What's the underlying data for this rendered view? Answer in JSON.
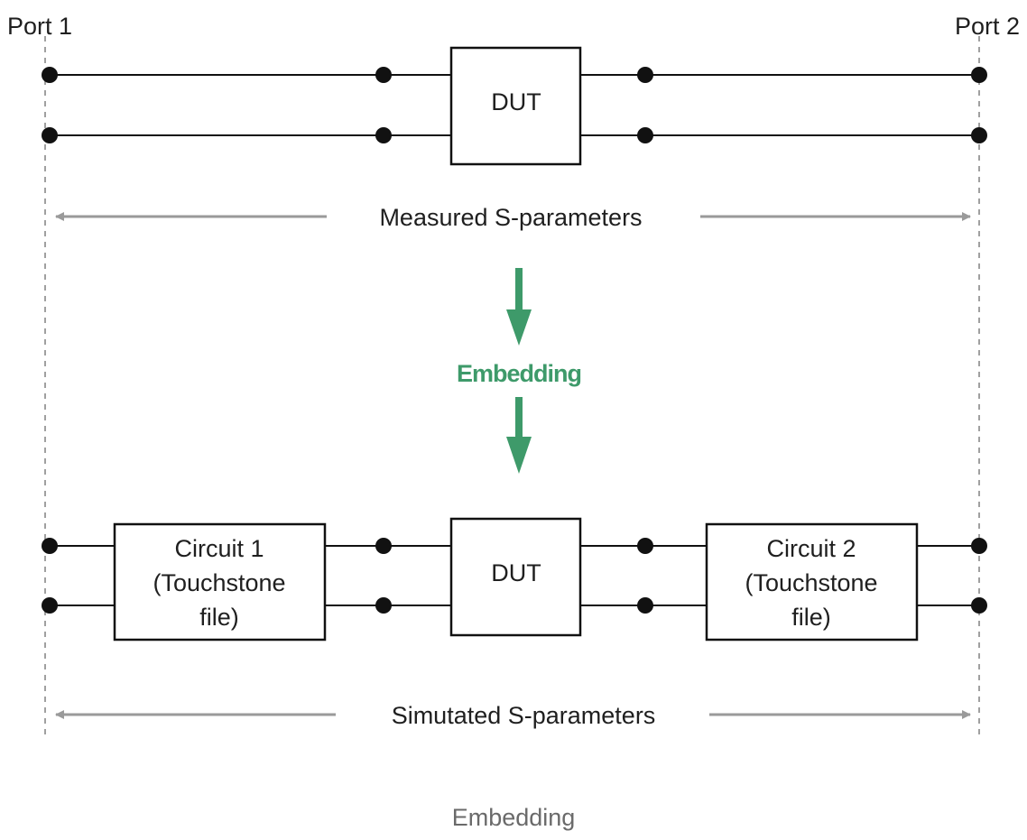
{
  "ports": {
    "left": "Port 1",
    "right": "Port 2"
  },
  "top_section": {
    "dut_label": "DUT",
    "parameters_label": "Measured S-parameters"
  },
  "process": {
    "label": "Embedding",
    "color": "#3e9a6a"
  },
  "bottom_section": {
    "circuit1_lines": [
      "Circuit 1",
      "(Touchstone",
      "file)"
    ],
    "dut_label": "DUT",
    "circuit2_lines": [
      "Circuit 2",
      "(Touchstone",
      "file)"
    ],
    "parameters_label": "Simutated S-parameters"
  },
  "caption": "Embedding",
  "colors": {
    "wire": "#111111",
    "dimension_arrow": "#9a9a9a",
    "port_line": "#a0a0a0",
    "caption": "#6a6a6a"
  }
}
